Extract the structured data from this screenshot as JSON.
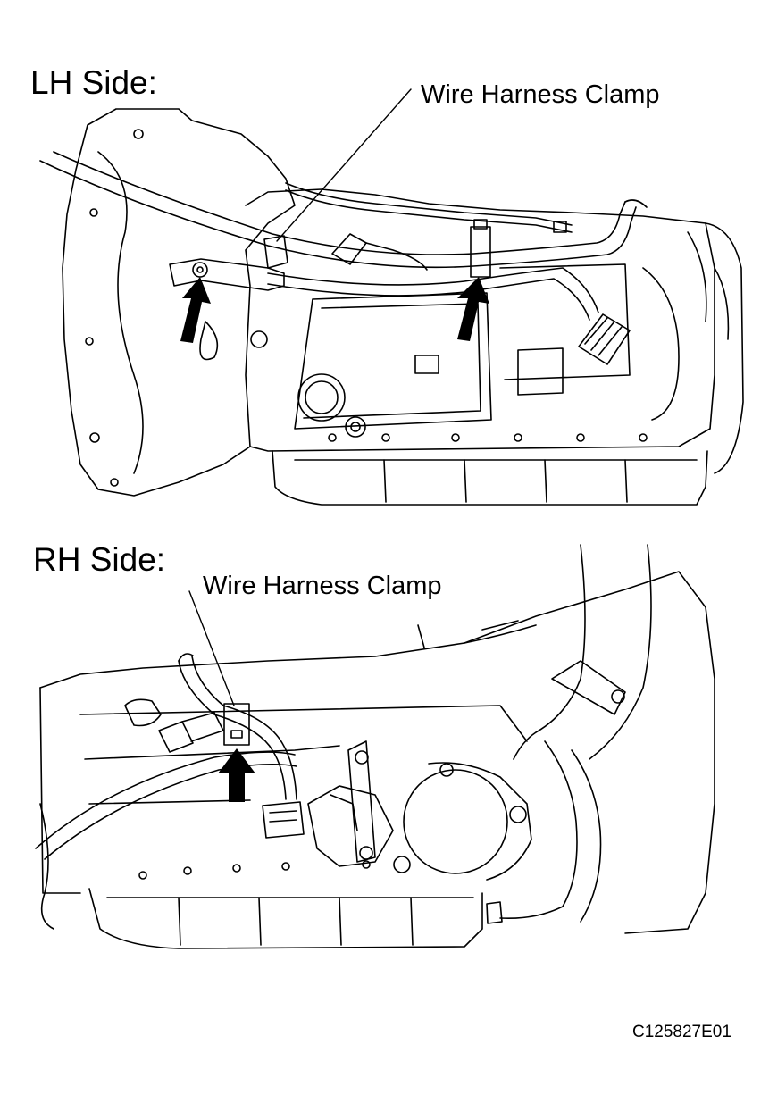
{
  "lh_panel": {
    "title": "LH Side:",
    "callout": "Wire Harness Clamp"
  },
  "rh_panel": {
    "title": "RH Side:",
    "callout": "Wire Harness Clamp"
  },
  "figure_code": "C125827E01"
}
